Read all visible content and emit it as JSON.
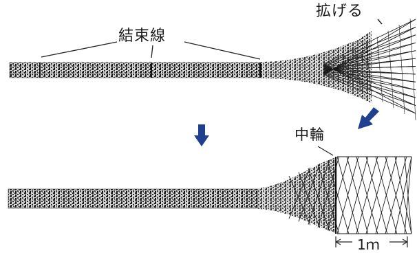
{
  "labels": {
    "binding_line": "結束線",
    "spread": "拡げる",
    "middle_ring": "中輪",
    "length": "1ｍ"
  },
  "colors": {
    "ink": "#1a1a1a",
    "arrow": "#1f3f8f"
  },
  "icons": {
    "step_arrow": "down-arrow-icon",
    "step_arrow_diagonal": "diagonal-arrow-icon"
  }
}
